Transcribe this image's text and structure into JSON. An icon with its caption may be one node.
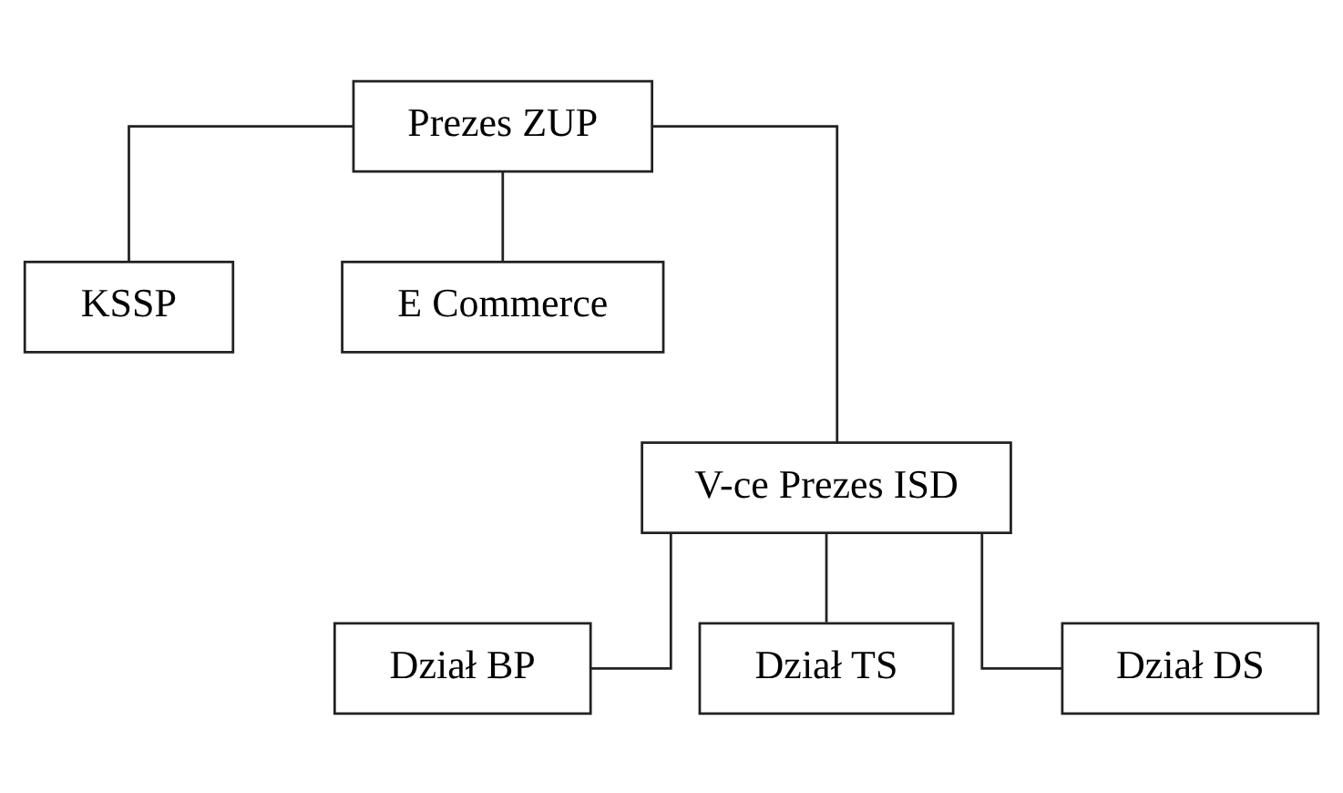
{
  "diagram": {
    "nodes": [
      {
        "text": [
          "Prezes ZUP"
        ]
      },
      {
        "text": [
          "KSSP"
        ]
      },
      {
        "text": [
          "E Commerce"
        ]
      },
      {
        "text": [
          "V-ce Prezes ISD"
        ]
      },
      {
        "text": [
          "Dział BP"
        ]
      },
      {
        "text": [
          "Dział TS"
        ]
      },
      {
        "text": [
          "Dział DS"
        ]
      }
    ],
    "edges": [
      {
        "from": 0,
        "to": 1,
        "arrow": "none"
      },
      {
        "from": 0,
        "to": 2,
        "arrow": "none"
      },
      {
        "from": 0,
        "to": 3,
        "arrow": "none"
      },
      {
        "from": 3,
        "to": 4,
        "arrow": "none"
      },
      {
        "from": 3,
        "to": 5,
        "arrow": "none"
      },
      {
        "from": 3,
        "to": 6,
        "arrow": "none"
      }
    ]
  }
}
